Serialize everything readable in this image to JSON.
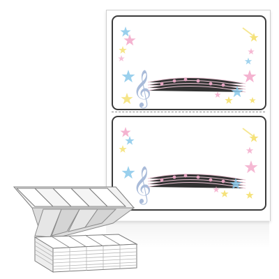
{
  "product": {
    "label_count": 2,
    "motif": [
      "treble-clef",
      "music-staff-notes",
      "stars"
    ],
    "colors": {
      "star_pink": "#f2a6c8",
      "star_blue": "#88c8ea",
      "star_yellow": "#f5e27a",
      "clef": "#a9bbd9",
      "frame": "#3a3a3a",
      "fanfold": "#d9d9d9"
    }
  }
}
